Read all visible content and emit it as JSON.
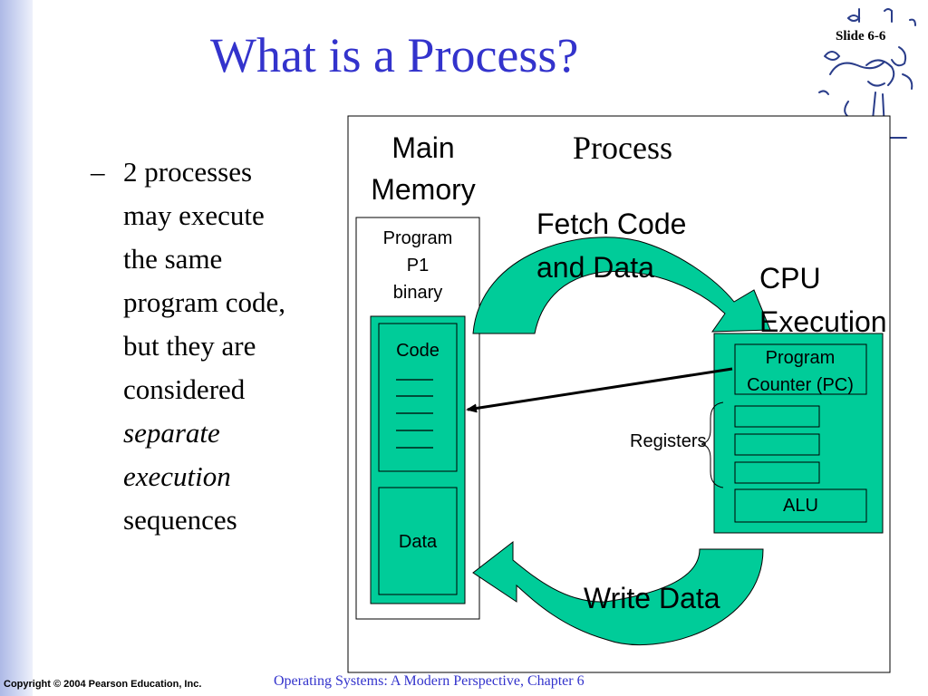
{
  "slide": {
    "title": "What is a Process?",
    "slide_number": "Slide 6-6",
    "bullet": {
      "dash": "–",
      "lines": [
        "2 processes",
        "may execute",
        "the same",
        "program code,",
        "but they are",
        "considered"
      ],
      "italic_lines": [
        "separate",
        "execution"
      ],
      "last_line": "sequences"
    }
  },
  "diagram": {
    "main_memory_label_line1": "Main",
    "main_memory_label_line2": "Memory",
    "process_label": "Process",
    "program_label_line1": "Program",
    "program_label_line2": "P1",
    "program_label_line3": "binary",
    "code_label": "Code",
    "data_label": "Data",
    "fetch_label_line1": "Fetch Code",
    "fetch_label_line2": "and Data",
    "cpu_label_line1": "CPU",
    "cpu_label_line2": "Execution",
    "pc_label_line1": "Program",
    "pc_label_line2": "Counter (PC)",
    "registers_label": "Registers",
    "alu_label": "ALU",
    "write_label": "Write Data",
    "colors": {
      "green": "#00cc99",
      "arrow_green": "#00a87a",
      "title_blue": "#3333cc"
    }
  },
  "footer": {
    "copyright": "Copyright © 2004 Pearson Education, Inc.",
    "book": "Operating Systems: A Modern Perspective, Chapter 6"
  }
}
